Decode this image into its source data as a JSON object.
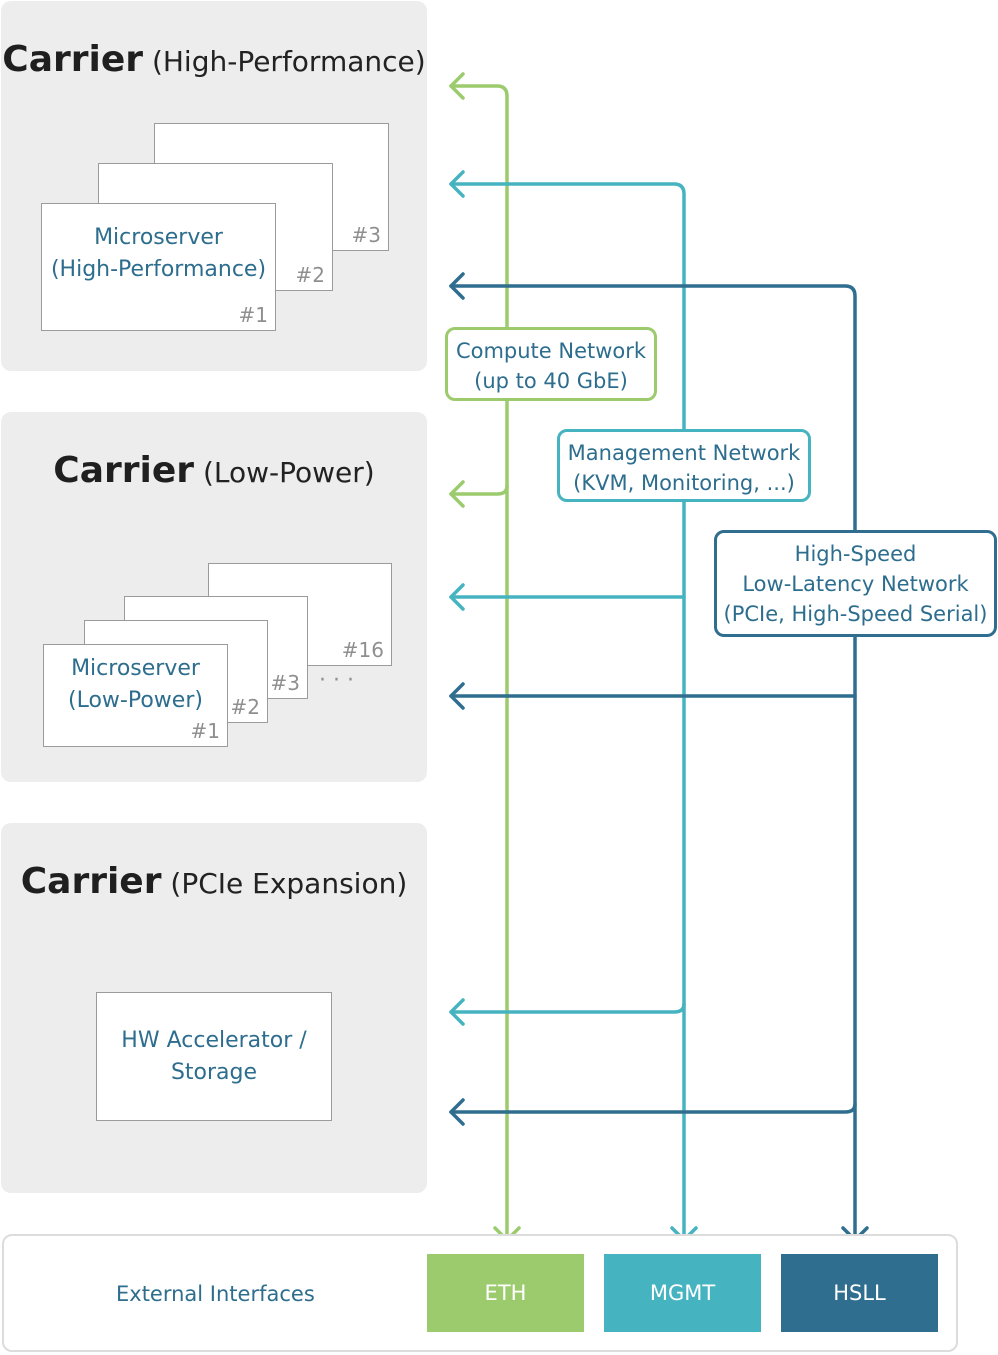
{
  "carriers": {
    "high_perf": {
      "title": "Carrier",
      "subtitle": "(High-Performance)"
    },
    "low_power": {
      "title": "Carrier",
      "subtitle": "(Low-Power)"
    },
    "pcie": {
      "title": "Carrier",
      "subtitle": "(PCIe Expansion)"
    }
  },
  "hp_cards": {
    "label_line1": "Microserver",
    "label_line2": "(High-Performance)",
    "n1": "#1",
    "n2": "#2",
    "n3": "#3"
  },
  "lp_cards": {
    "label_line1": "Microserver",
    "label_line2": "(Low-Power)",
    "n1": "#1",
    "n2": "#2",
    "n3": "#3",
    "n16": "#16",
    "ellipsis": "· · ·"
  },
  "accelerator": {
    "line1": "HW Accelerator /",
    "line2": "Storage"
  },
  "networks": {
    "compute": {
      "line1": "Compute Network",
      "line2": "(up to 40 GbE)"
    },
    "management": {
      "line1": "Management Network",
      "line2": "(KVM, Monitoring, ...)"
    },
    "hsll": {
      "line1": "High-Speed",
      "line2": "Low-Latency Network",
      "line3": "(PCIe, High-Speed Serial)"
    }
  },
  "external": {
    "title": "External Interfaces",
    "ports": {
      "eth": "ETH",
      "mgmt": "MGMT",
      "hsll": "HSLL"
    }
  },
  "colors": {
    "eth": "#9ccb6e",
    "mgmt": "#46b3c0",
    "hsll": "#2f6e8f"
  }
}
